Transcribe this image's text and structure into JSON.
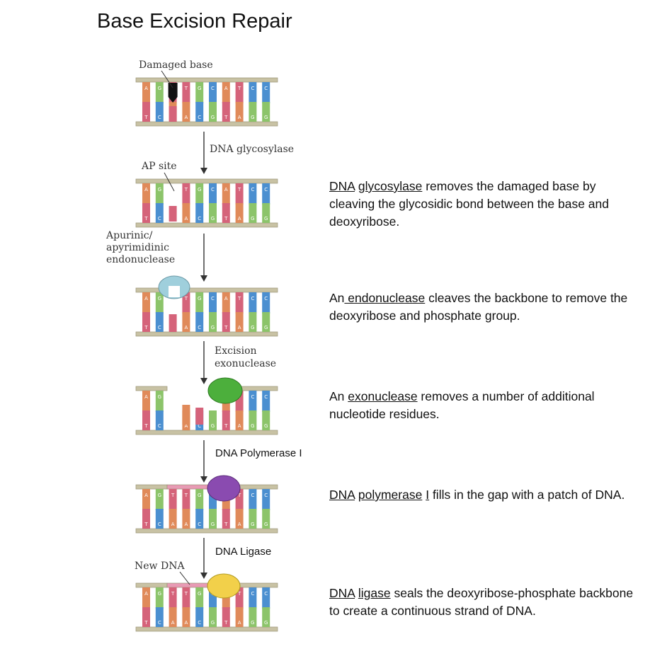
{
  "title": "Base Excision Repair",
  "labels": {
    "damaged_base": "Damaged base",
    "dna_glycosylase": "DNA  glycosylase",
    "ap_site": "AP site",
    "apurinic_1": "Apurinic/",
    "apurinic_2": "apyrimidinic",
    "apurinic_3": "endonuclease",
    "excision_1": "Excision",
    "excision_2": "exonuclease",
    "dna_pol": "DNA Polymerase I",
    "dna_ligase": "DNA Ligase",
    "new_dna": "New DNA"
  },
  "descriptions": [
    {
      "parts": [
        {
          "t": "DNA",
          "u": true
        },
        {
          "t": " ",
          "u": false
        },
        {
          "t": "glycosylase",
          "u": true
        },
        {
          "t": " removes the damaged base by cleaving the glycosidic bond between the base and deoxyribose.",
          "u": false
        }
      ]
    },
    {
      "parts": [
        {
          "t": "An",
          "u": false
        },
        {
          "t": " endonuclease",
          "u": true
        },
        {
          "t": " cleaves the backbone to remove the deoxyribose and phosphate group.",
          "u": false
        }
      ]
    },
    {
      "parts": [
        {
          "t": "An ",
          "u": false
        },
        {
          "t": "exonuclease",
          "u": true
        },
        {
          "t": " removes a number of additional nucleotide residues.",
          "u": false
        }
      ]
    },
    {
      "parts": [
        {
          "t": "DNA",
          "u": true
        },
        {
          "t": " ",
          "u": false
        },
        {
          "t": "polymerase",
          "u": true
        },
        {
          "t": " ",
          "u": false
        },
        {
          "t": "I",
          "u": true
        },
        {
          "t": " fills in the gap with a patch of DNA.",
          "u": false
        }
      ]
    },
    {
      "parts": [
        {
          "t": "DNA",
          "u": true
        },
        {
          "t": " ",
          "u": false
        },
        {
          "t": "ligase",
          "u": true
        },
        {
          "t": " seals the deoxyribose-phosphate backbone to create a continuous strand of DNA.",
          "u": false
        }
      ]
    }
  ],
  "top_strand_bases": [
    "A",
    "G",
    "",
    "T",
    "G",
    "C",
    "A",
    "T",
    "C",
    "C"
  ],
  "bottom_strand_bases": [
    "T",
    "C",
    "",
    "A",
    "C",
    "G",
    "T",
    "A",
    "G",
    "G"
  ],
  "colors": {
    "A": "#e08a5a",
    "T": "#d5637a",
    "G": "#8cc46a",
    "C": "#4b8fd0",
    "backbone": "#c8c2a4",
    "new_backbone": "#e89ab4",
    "endonuclease": "#9fcfdc",
    "exonuclease": "#4caf3c",
    "polymerase": "#8a4bb0",
    "ligase": "#f2d04a"
  }
}
